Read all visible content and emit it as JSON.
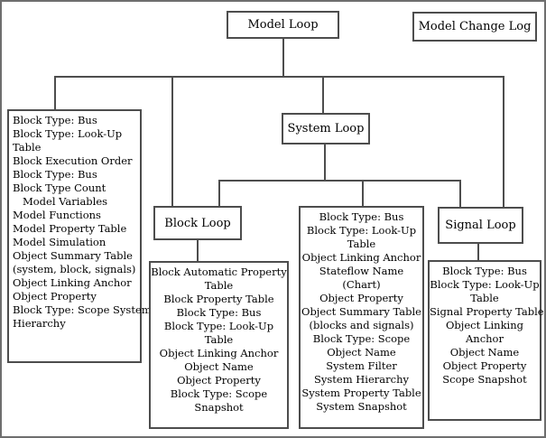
{
  "diagram": {
    "loops": {
      "model_loop": "Model Loop",
      "model_change_log": "Model Change Log",
      "system_loop": "System Loop",
      "block_loop": "Block Loop",
      "signal_loop": "Signal Loop"
    },
    "model_components": {
      "lines": [
        "Block Type: Bus",
        "Block Type: Look-Up",
        "Table",
        "Block Execution Order",
        "Block Type: Bus",
        "Block Type Count",
        "   Model Variables",
        "Model Functions",
        "Model Property Table",
        "Model Simulation",
        "Object Summary Table",
        "(system, block, signals)",
        "Object Linking Anchor",
        "Object Property",
        "Block Type: Scope System",
        "Hierarchy"
      ]
    },
    "block_components": {
      "lines": [
        "Block Automatic Property",
        "Table",
        "Block Property Table",
        "Block Type: Bus",
        "Block Type: Look-Up",
        "Table",
        "Object Linking Anchor",
        "Object Name",
        "Object Property",
        "Block Type: Scope",
        "Snapshot"
      ]
    },
    "system_components": {
      "lines": [
        "Block Type: Bus",
        "Block Type: Look-Up",
        "Table",
        "Object Linking Anchor",
        "Stateflow Name",
        "(Chart)",
        "Object Property",
        "Object Summary Table",
        "(blocks and signals)",
        "Block Type: Scope",
        "Object Name",
        "System Filter",
        "System Hierarchy",
        "System Property Table",
        "System Snapshot"
      ]
    },
    "signal_components": {
      "lines": [
        "Block Type: Bus",
        "Block Type: Look-Up",
        "Table",
        "Signal Property Table",
        "Object Linking",
        "Anchor",
        "Object Name",
        "Object Property",
        "Scope Snapshot"
      ]
    },
    "colors": {
      "line": "#4d4d4d",
      "box_border": "#4d4d4d",
      "outer_border": "#6e6e6e",
      "background": "#ffffff",
      "text": "#000000"
    }
  }
}
